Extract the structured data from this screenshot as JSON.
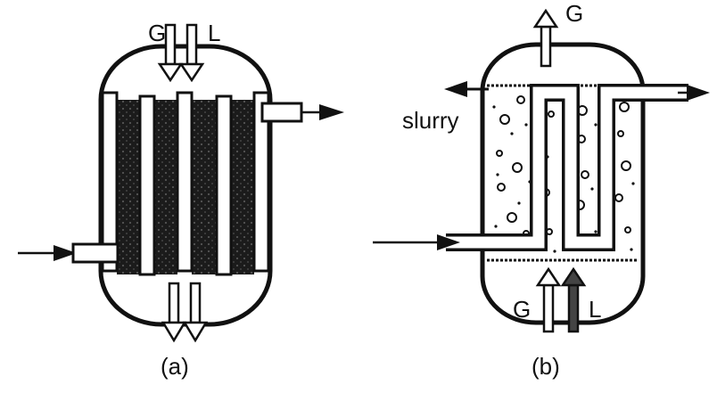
{
  "figure": {
    "a": {
      "caption": "(a)",
      "label_gas": "G",
      "label_liquid": "L"
    },
    "b": {
      "caption": "(b)",
      "label_gas_top": "G",
      "label_gas_bottom": "G",
      "label_liquid": "L",
      "label_slurry": "slurry"
    }
  },
  "colors": {
    "ink": "#111111",
    "background": "#ffffff",
    "fill_light": "#ffffff",
    "packing": "#1a1a1a"
  }
}
